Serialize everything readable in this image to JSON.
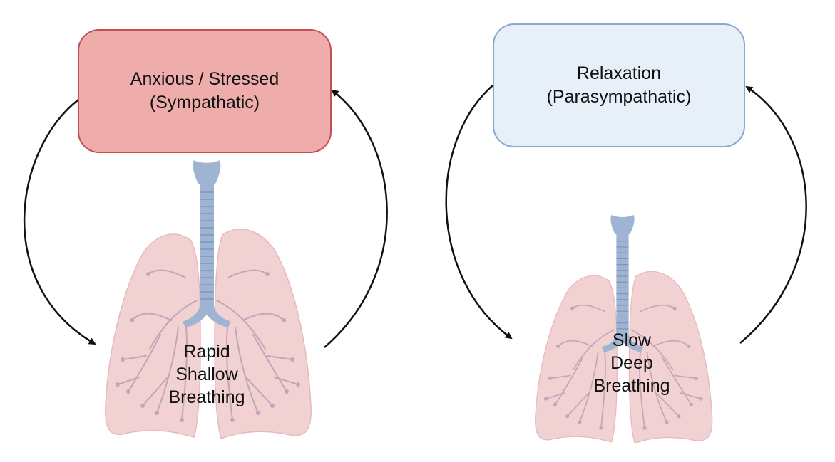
{
  "diagram": {
    "stressed_cycle": {
      "state_line1": "Anxious / Stressed",
      "state_line2": "(Sympathatic)",
      "breathing_line1": "Rapid",
      "breathing_line2": "Shallow",
      "breathing_line3": "Breathing"
    },
    "relaxed_cycle": {
      "state_line1": "Relaxation",
      "state_line2": "(Parasympathatic)",
      "breathing_line1": "Slow",
      "breathing_line2": "Deep",
      "breathing_line3": "Breathing"
    }
  },
  "colors": {
    "stressed_fill": "#eeadab",
    "stressed_border": "#c35050",
    "relaxed_fill": "#e7eff9",
    "relaxed_border": "#8aa7d4",
    "lung_fill": "#f2d1d3",
    "airway": "#9fb4d3",
    "arrow": "#111111"
  },
  "icons": [
    "lungs-icon",
    "trachea-icon",
    "cycle-arrow"
  ]
}
